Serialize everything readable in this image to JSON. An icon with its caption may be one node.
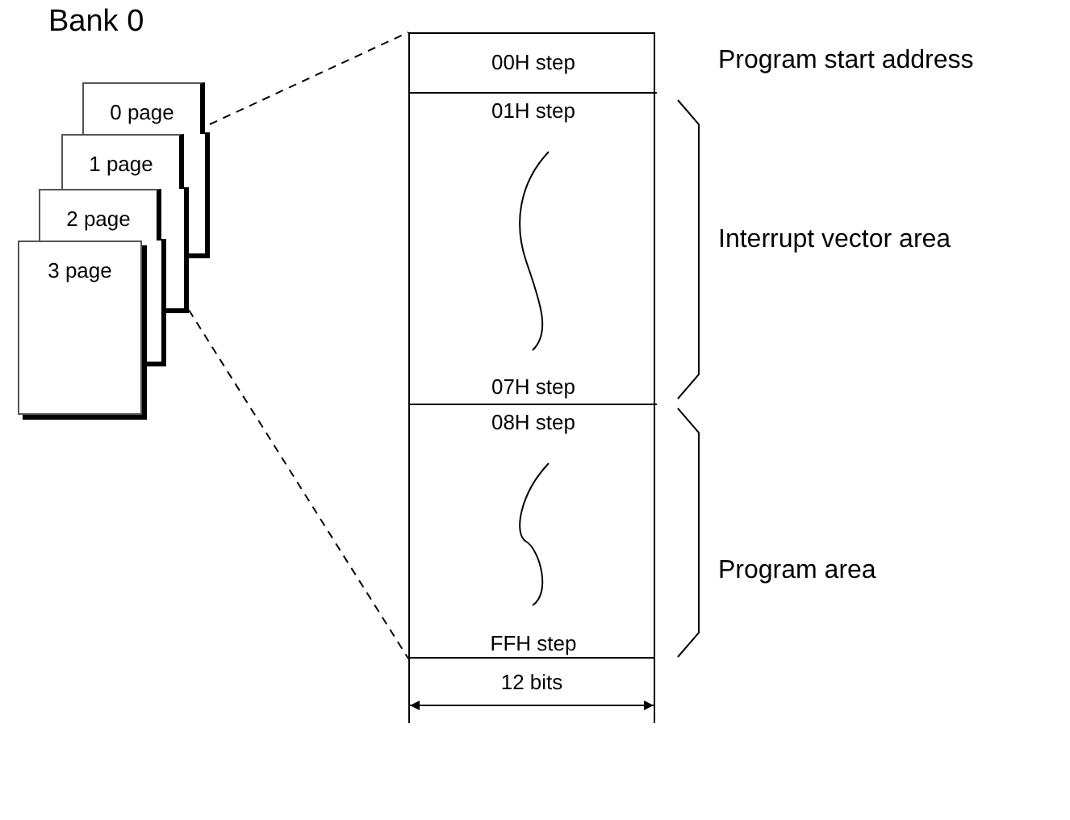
{
  "diagram": {
    "title": "Bank 0",
    "nodes": [
      {
        "text": [
          "0 page"
        ]
      },
      {
        "text": [
          "1 page"
        ]
      },
      {
        "text": [
          "2 page"
        ]
      },
      {
        "text": [
          "3 page"
        ]
      },
      {
        "text": [],
        "shape": "box"
      },
      {
        "text": [
          "00H step"
        ],
        "in": 4
      },
      {
        "text": [
          "01H step",
          "07H step"
        ],
        "in": 4
      },
      {
        "text": [
          "08H step",
          "FFH step"
        ],
        "in": 4
      }
    ],
    "edges": [
      {
        "from": 0,
        "to": 4,
        "arrow": "none",
        "style": "dashed"
      },
      {
        "from": null,
        "to": 4,
        "arrow": "none",
        "style": "dashed"
      }
    ],
    "labels": [
      "Program start address",
      "Interrupt vector area",
      "Program area",
      "12 bits"
    ]
  }
}
